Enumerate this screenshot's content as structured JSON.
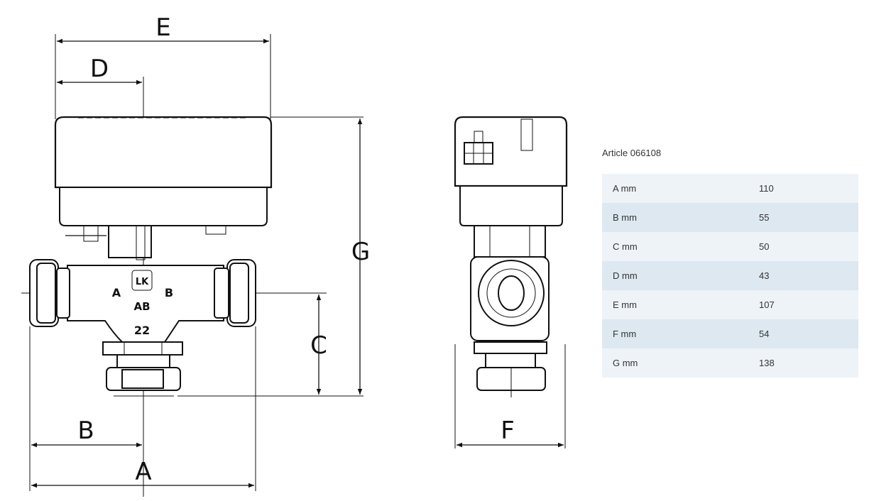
{
  "drawing": {
    "letters": {
      "A": "A",
      "B": "B",
      "C": "C",
      "D": "D",
      "E": "E",
      "F": "F",
      "G": "G"
    },
    "valve_ports": {
      "left": "A",
      "right": "B",
      "bottom": "AB"
    },
    "valve_size": "22"
  },
  "spec": {
    "article": "Article 066108",
    "rows": [
      {
        "label": "A mm",
        "value": "110"
      },
      {
        "label": "B mm",
        "value": "55"
      },
      {
        "label": "C mm",
        "value": "50"
      },
      {
        "label": "D mm",
        "value": "43"
      },
      {
        "label": "E mm",
        "value": "107"
      },
      {
        "label": "F mm",
        "value": "54"
      },
      {
        "label": "G mm",
        "value": "138"
      }
    ]
  }
}
